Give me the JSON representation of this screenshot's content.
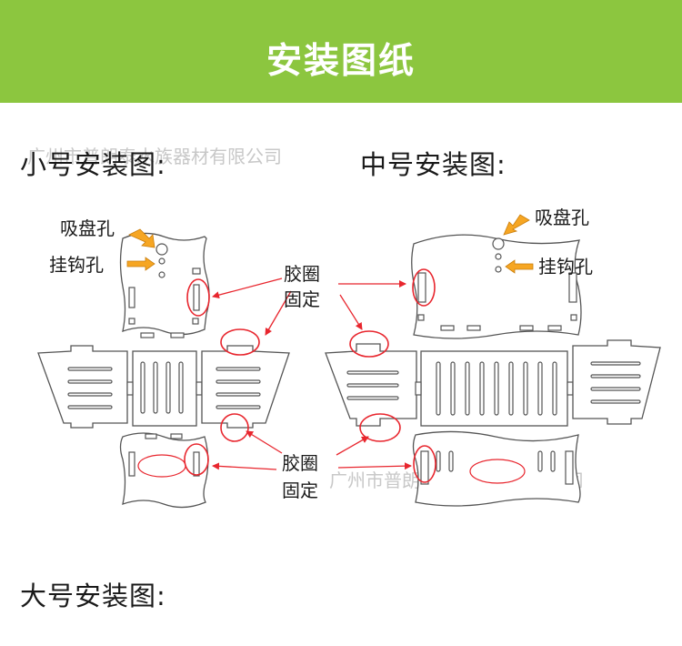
{
  "banner": {
    "title": "安装图纸",
    "color": "#8cc63f"
  },
  "sections": {
    "small": "小号安装图:",
    "medium": "中号安装图:",
    "large": "大号安装图:"
  },
  "labels": {
    "suction_hole": "吸盘孔",
    "hook_hole": "挂钩孔",
    "rubber_fix_line1": "胶圈",
    "rubber_fix_line2": "固定"
  },
  "watermark": "广州市普朗泰水族器材有限公司",
  "colors": {
    "accent": "#8cc63f",
    "highlight": "#e8262e",
    "arrow": "#f6a623"
  }
}
